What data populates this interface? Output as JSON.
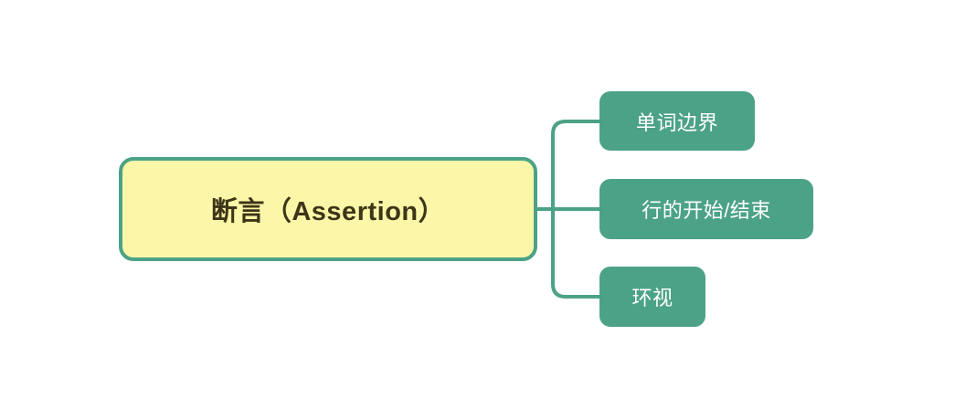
{
  "diagram": {
    "type": "mind-map",
    "background_color": "#ffffff",
    "root": {
      "label": "断言（Assertion）",
      "fill_color": "#fcf7a8",
      "border_color": "#4ca287",
      "text_color": "#3d3518"
    },
    "branch_color": "#4ca287",
    "children": [
      {
        "label": "单词边界",
        "fill_color": "#4ca287",
        "text_color": "#ffffff"
      },
      {
        "label": "行的开始/结束",
        "fill_color": "#4ca287",
        "text_color": "#ffffff"
      },
      {
        "label": "环视",
        "fill_color": "#4ca287",
        "text_color": "#ffffff"
      }
    ]
  }
}
